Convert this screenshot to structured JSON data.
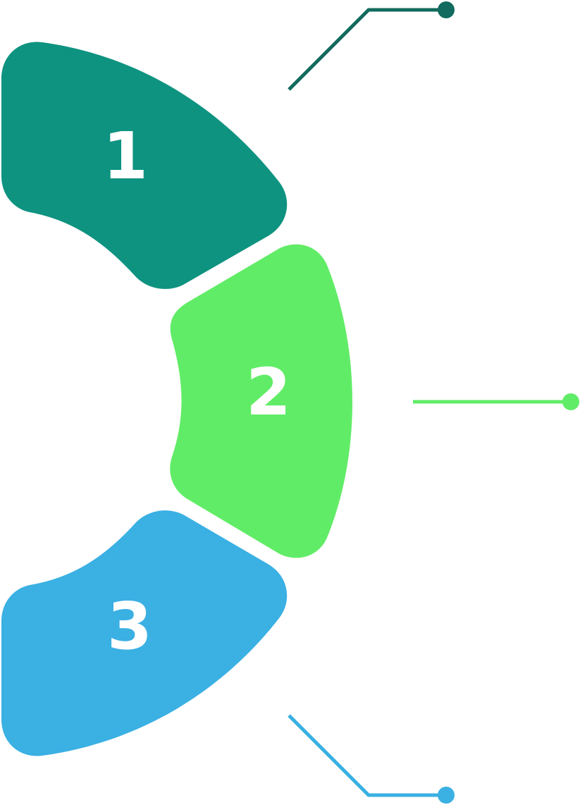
{
  "segments": [
    {
      "number": "1",
      "color": "#0e9380",
      "connector_color": "#126b5e"
    },
    {
      "number": "2",
      "color": "#61ec67",
      "connector_color": "#61ec67"
    },
    {
      "number": "3",
      "color": "#3ab0e3",
      "connector_color": "#3ab0e3"
    }
  ]
}
